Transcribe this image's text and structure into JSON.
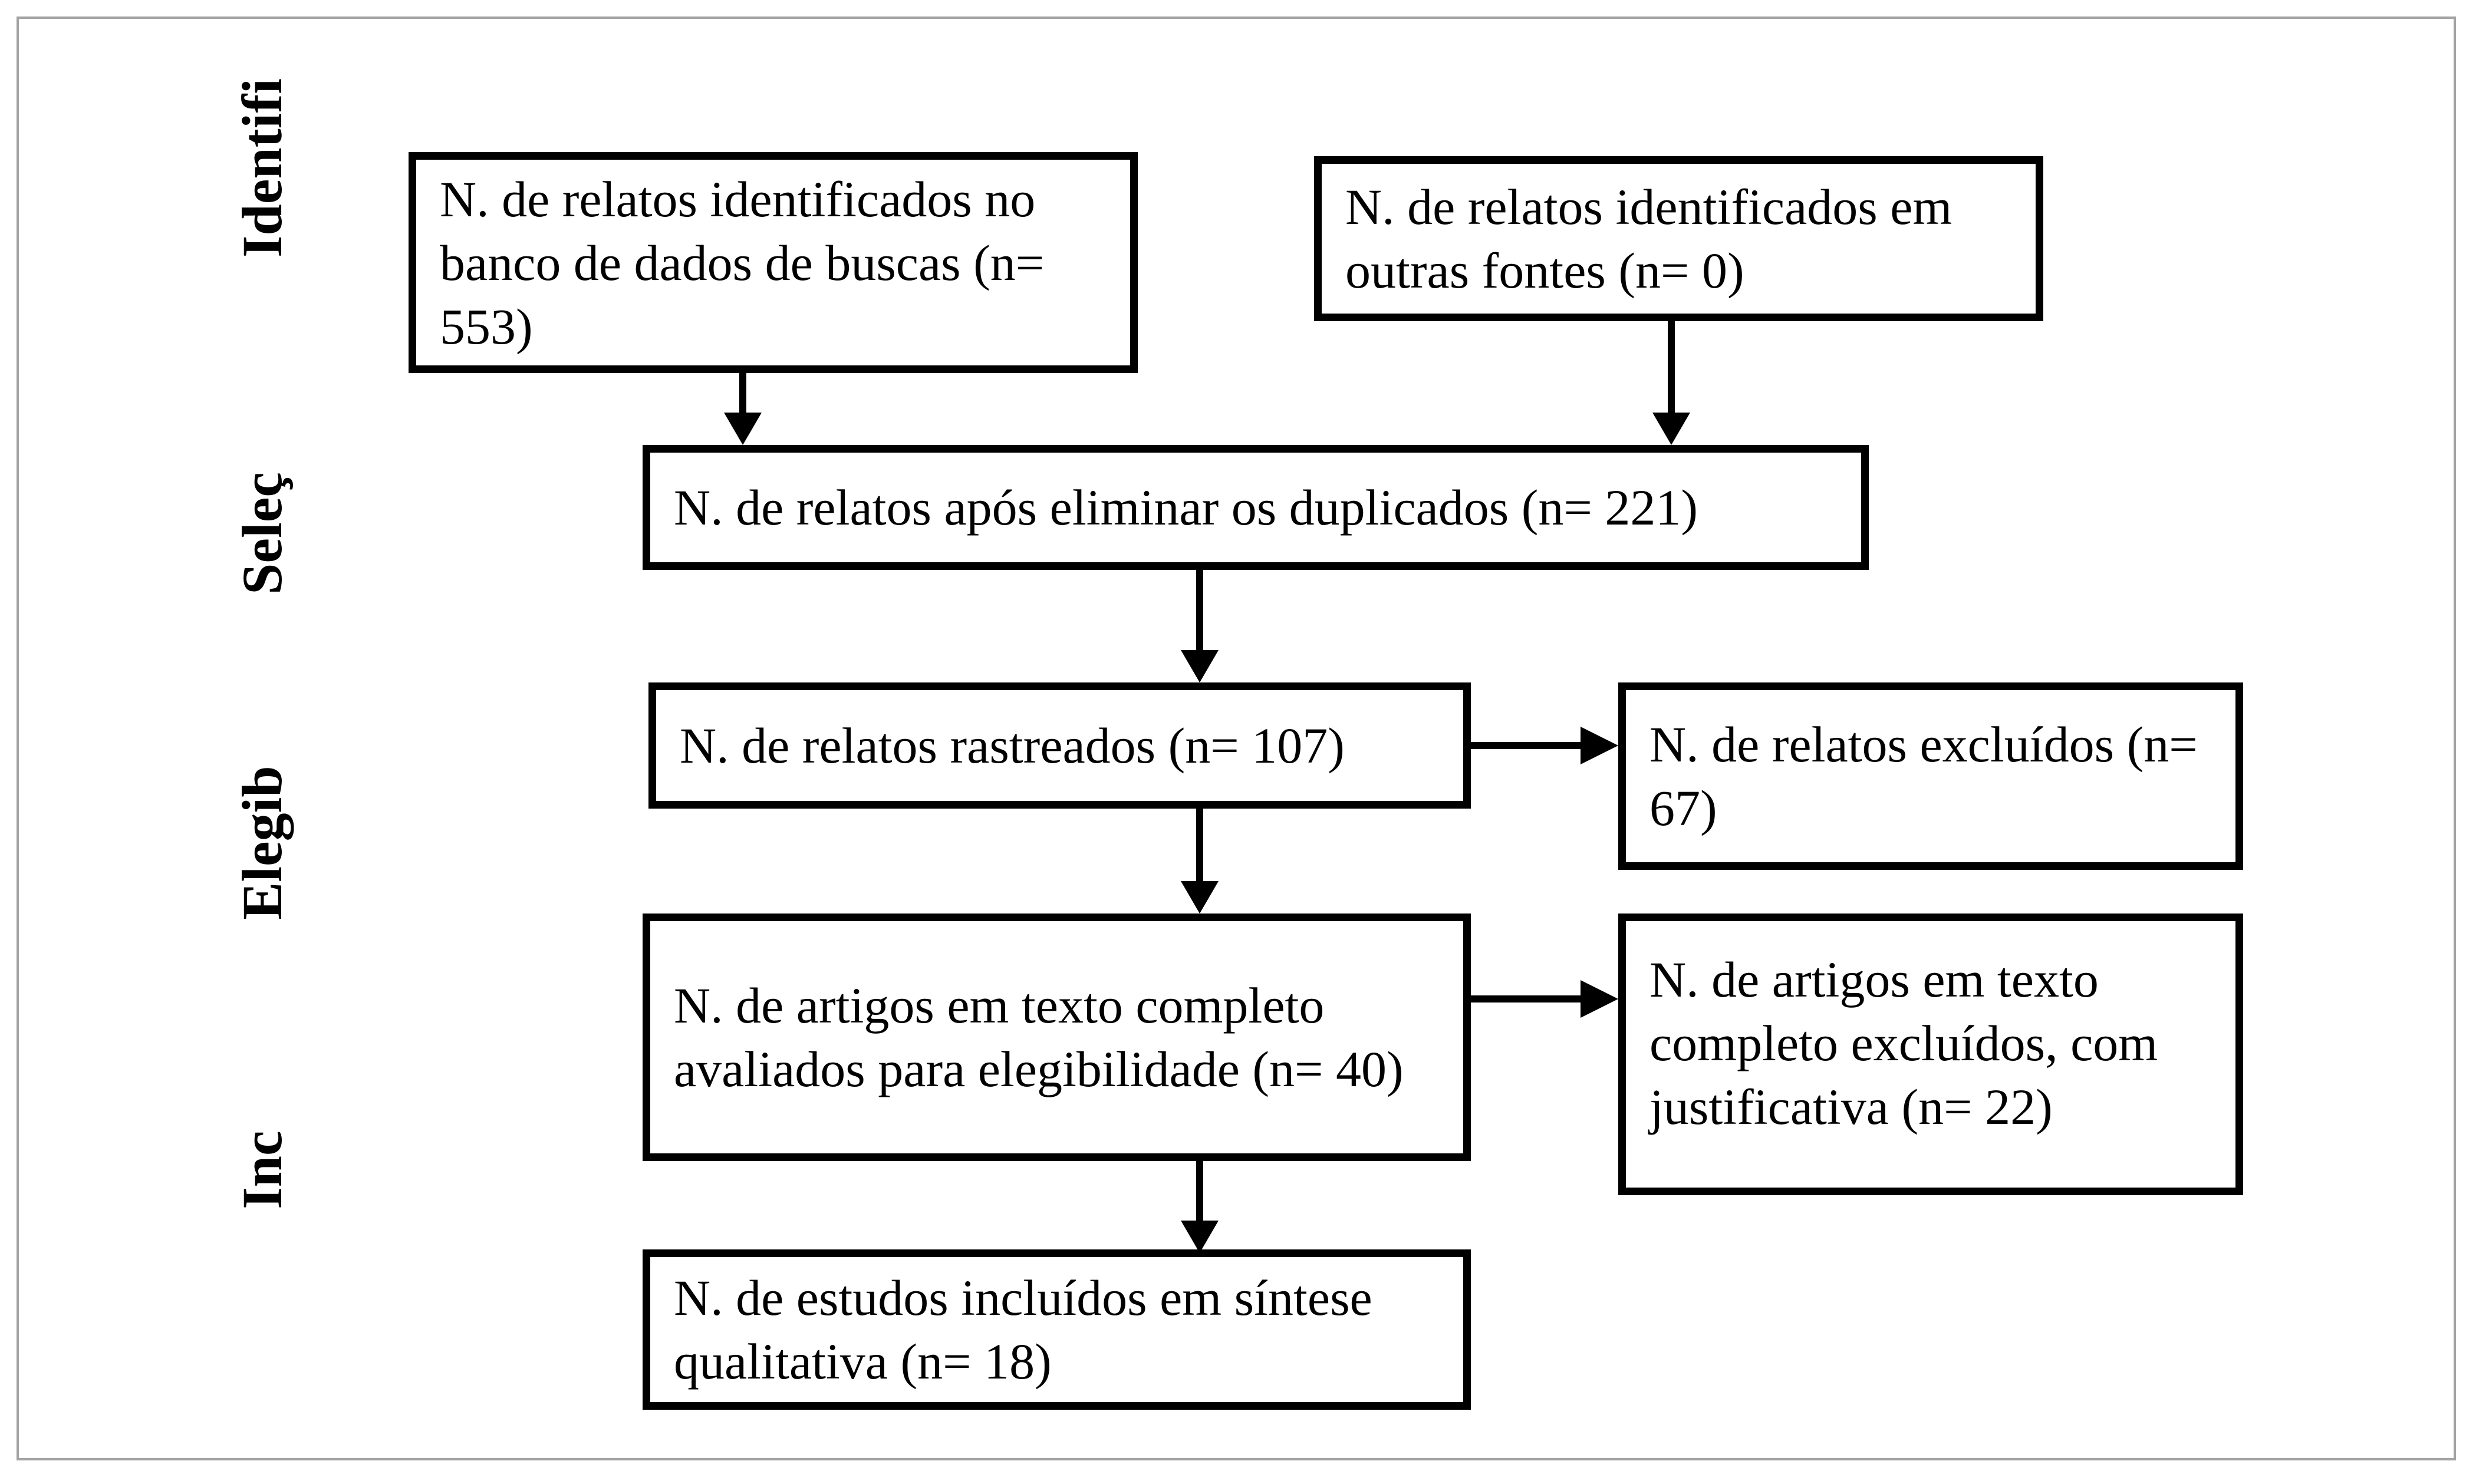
{
  "frame": {
    "border_color": "#a3a3a3",
    "background": "#ffffff",
    "box_border_color": "#000000"
  },
  "stage_labels": [
    {
      "id": "identification",
      "label": "Identifi"
    },
    {
      "id": "screening",
      "label": "Seleç"
    },
    {
      "id": "eligibility",
      "label": "Elegib"
    },
    {
      "id": "inclusion",
      "label": "Inc"
    }
  ],
  "boxes": [
    {
      "id": "identified-database",
      "text": "N. de relatos identificados no banco de dados de buscas (n= 553)",
      "n": 553
    },
    {
      "id": "identified-other-sources",
      "text": "N. de relatos identificados em outras fontes (n= 0)",
      "n": 0
    },
    {
      "id": "after-duplicates-removed",
      "text": "N. de relatos após eliminar os duplicados (n= 221)",
      "n": 221
    },
    {
      "id": "records-screened",
      "text": "N. de relatos rastreados (n= 107)",
      "n": 107
    },
    {
      "id": "records-excluded",
      "text": "N. de relatos excluídos (n= 67)",
      "n": 67
    },
    {
      "id": "fulltext-assessed",
      "text": "N. de artigos em texto completo avaliados para elegibilidade (n= 40)",
      "n": 40
    },
    {
      "id": "fulltext-excluded",
      "text": "N. de artigos em texto completo excluídos, com justificativa (n= 22)",
      "n": 22
    },
    {
      "id": "included-qualitative-synthesis",
      "text": "N. de estudos incluídos em síntese qualitativa (n= 18)",
      "n": 18
    }
  ]
}
